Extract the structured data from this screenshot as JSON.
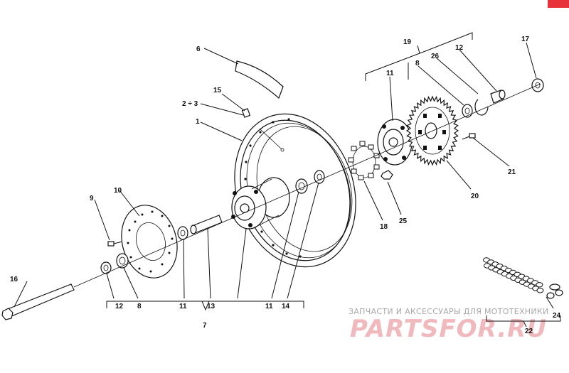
{
  "labels": {
    "l1": "1",
    "l2_3": "2 ÷ 3",
    "l6": "6",
    "l7": "7",
    "l8a": "8",
    "l8b": "8",
    "l9": "9",
    "l10": "10",
    "l11a": "11",
    "l11b": "11",
    "l11c": "11",
    "l12a": "12",
    "l12b": "12",
    "l13": "13",
    "l14": "14",
    "l15": "15",
    "l16": "16",
    "l17": "17",
    "l18": "18",
    "l19": "19",
    "l20": "20",
    "l21": "21",
    "l22": "22",
    "l24": "24",
    "l25": "25",
    "l26": "26"
  },
  "watermark": {
    "tagline": "ЗАПЧАСТИ И АКСЕССУАРЫ ДЛЯ МОТОТЕХНИКИ",
    "brand": "PARTSFOR.RU"
  },
  "colors": {
    "line": "#111111",
    "background": "#ffffff",
    "watermark_gray": "#a8a8a8",
    "watermark_pink": "#f0b9bd",
    "corner_badge": "#e8323a"
  }
}
